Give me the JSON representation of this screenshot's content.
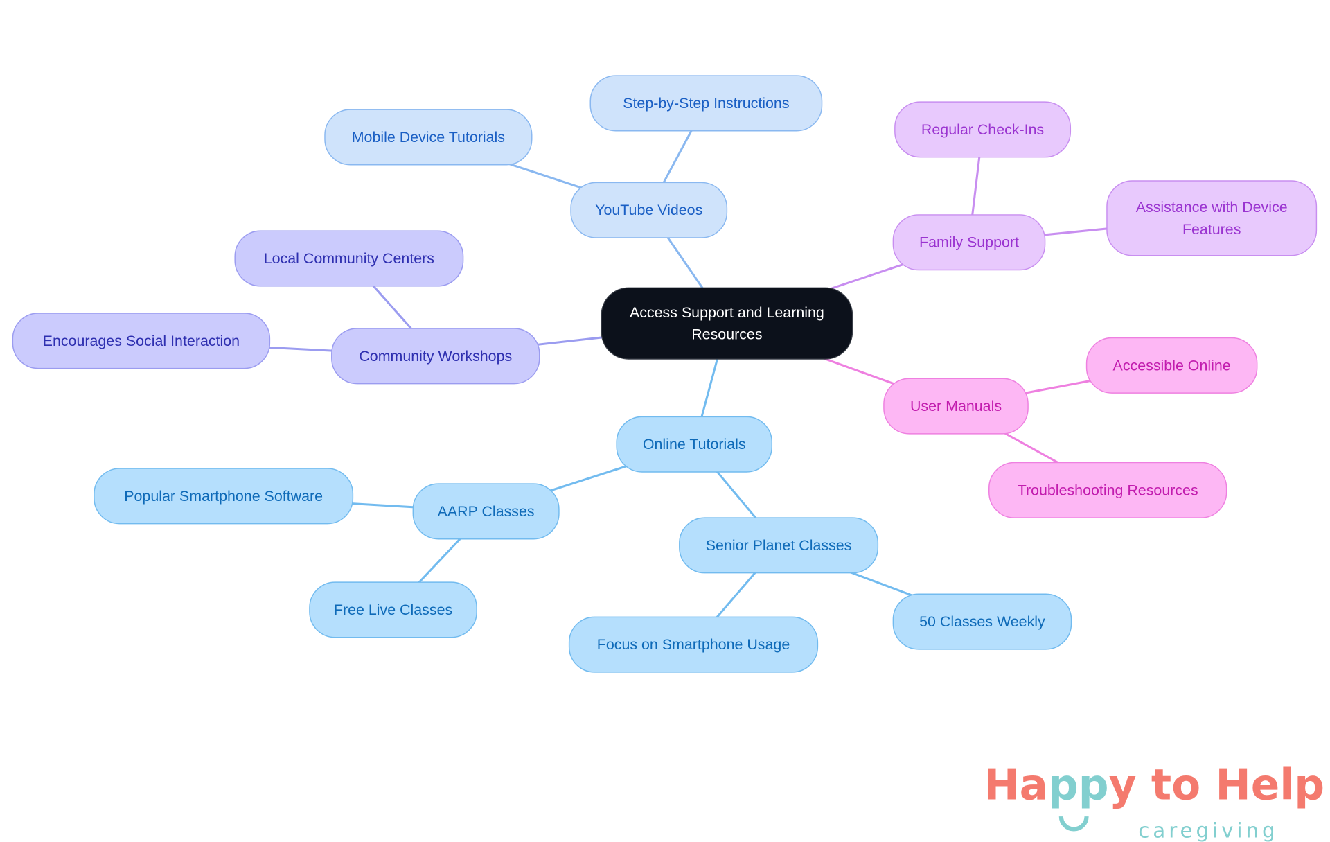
{
  "root": {
    "label_line1": "Access Support and Learning",
    "label_line2": "Resources"
  },
  "branch_colors": {
    "youtube": {
      "fill": "#cfe3fb",
      "stroke": "#8ab8f0",
      "text": "#1a5fc4"
    },
    "workshops": {
      "fill": "#cbcbfd",
      "stroke": "#9b9cf0",
      "text": "#2e2fb0"
    },
    "family": {
      "fill": "#e8c9fd",
      "stroke": "#c88ef0",
      "text": "#9a33d0"
    },
    "manuals": {
      "fill": "#fdb7f4",
      "stroke": "#ee80e0",
      "text": "#c21cae"
    },
    "online": {
      "fill": "#b5dffd",
      "stroke": "#72bbef",
      "text": "#0e6ab8"
    }
  },
  "nodes": [
    {
      "id": "youtube",
      "label": "YouTube Videos",
      "parent": "root",
      "branch": "youtube"
    },
    {
      "id": "stepbystep",
      "label": "Step-by-Step Instructions",
      "parent": "youtube",
      "branch": "youtube"
    },
    {
      "id": "mobile",
      "label": "Mobile Device Tutorials",
      "parent": "youtube",
      "branch": "youtube"
    },
    {
      "id": "workshops",
      "label": "Community Workshops",
      "parent": "root",
      "branch": "workshops"
    },
    {
      "id": "localcenters",
      "label": "Local Community Centers",
      "parent": "workshops",
      "branch": "workshops"
    },
    {
      "id": "social",
      "label": "Encourages Social Interaction",
      "parent": "workshops",
      "branch": "workshops"
    },
    {
      "id": "family",
      "label": "Family Support",
      "parent": "root",
      "branch": "family"
    },
    {
      "id": "checkins",
      "label": "Regular Check-Ins",
      "parent": "family",
      "branch": "family"
    },
    {
      "id": "assist",
      "label": "Assistance with Device",
      "label2": "Features",
      "parent": "family",
      "branch": "family"
    },
    {
      "id": "manuals",
      "label": "User Manuals",
      "parent": "root",
      "branch": "manuals"
    },
    {
      "id": "accessible",
      "label": "Accessible Online",
      "parent": "manuals",
      "branch": "manuals"
    },
    {
      "id": "troubleshoot",
      "label": "Troubleshooting Resources",
      "parent": "manuals",
      "branch": "manuals"
    },
    {
      "id": "online",
      "label": "Online Tutorials",
      "parent": "root",
      "branch": "online"
    },
    {
      "id": "aarp",
      "label": "AARP Classes",
      "parent": "online",
      "branch": "online"
    },
    {
      "id": "popular",
      "label": "Popular Smartphone Software",
      "parent": "aarp",
      "branch": "online"
    },
    {
      "id": "freelive",
      "label": "Free Live Classes",
      "parent": "aarp",
      "branch": "online"
    },
    {
      "id": "seniorplanet",
      "label": "Senior Planet Classes",
      "parent": "online",
      "branch": "online"
    },
    {
      "id": "focus",
      "label": "Focus on Smartphone Usage",
      "parent": "seniorplanet",
      "branch": "online"
    },
    {
      "id": "fifty",
      "label": "50 Classes Weekly",
      "parent": "seniorplanet",
      "branch": "online"
    }
  ],
  "logo": {
    "line1a": "Ha",
    "line1b": "pp",
    "line1c": "y to Help",
    "line2": "caregiving",
    "color_main": "#f47a6e",
    "color_accent": "#82cfcf"
  }
}
